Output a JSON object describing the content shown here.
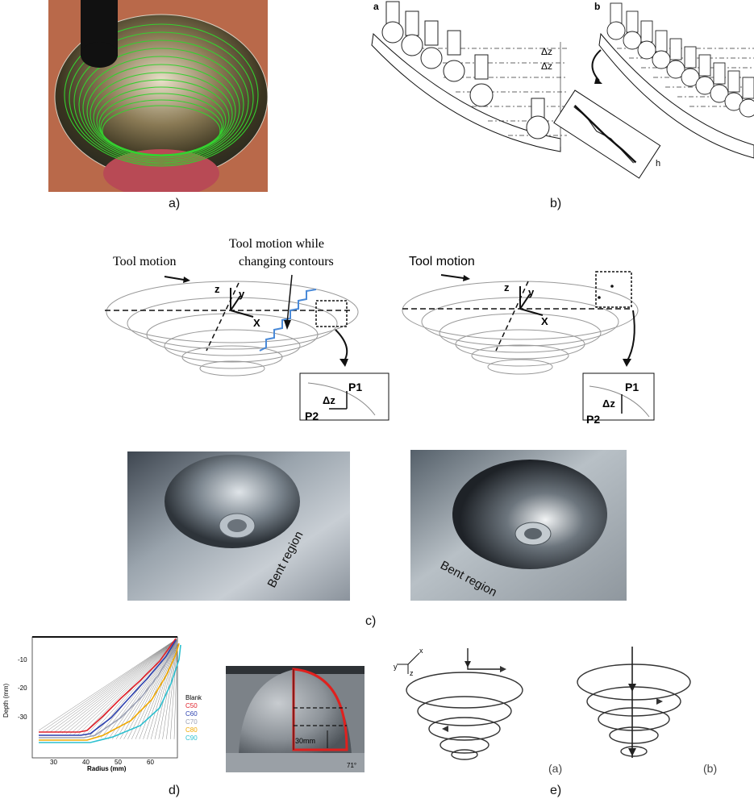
{
  "captions": {
    "a": "a)",
    "b": "b)",
    "c": "c)",
    "d": "d)",
    "e": "e)"
  },
  "panel_b": {
    "label_a": "a",
    "label_b": "b",
    "dz1": "Δz",
    "dz2": "Δz",
    "h": "h"
  },
  "panel_c": {
    "left": {
      "tool_motion": "Tool motion",
      "tool_motion_changing_line1": "Tool motion while",
      "tool_motion_changing_line2": "changing contours",
      "axis_z": "z",
      "axis_y": "y",
      "axis_x": "X",
      "p1": "P1",
      "p2": "P2",
      "dz": "Δz"
    },
    "right": {
      "tool_motion": "Tool motion",
      "axis_z": "z",
      "axis_y": "y",
      "axis_x": "X",
      "p1": "P1",
      "p2": "P2",
      "dz": "Δz"
    },
    "photo_left_label": "Bent region",
    "photo_right_label": "Bent region"
  },
  "panel_d": {
    "chart": {
      "ylabel": "Depth (mm)",
      "xlabel": "Radius (mm)",
      "yticks": [
        "-10",
        "-20",
        "-30"
      ],
      "xticks": [
        "30",
        "40",
        "50",
        "60"
      ],
      "legend_title": "Blank",
      "legend": [
        {
          "name": "C50",
          "color": "#e0202a"
        },
        {
          "name": "C60",
          "color": "#2a3fae"
        },
        {
          "name": "C70",
          "color": "#9aa0b4"
        },
        {
          "name": "C80",
          "color": "#f0a800"
        },
        {
          "name": "C90",
          "color": "#2cc0d0"
        }
      ]
    },
    "photo": {
      "dim_label": "30mm",
      "angle_label": "71°"
    }
  },
  "panel_e": {
    "axis_y": "y",
    "axis_z": "z",
    "axis_x": "x",
    "label_a": "(a)",
    "label_b": "(b)"
  }
}
